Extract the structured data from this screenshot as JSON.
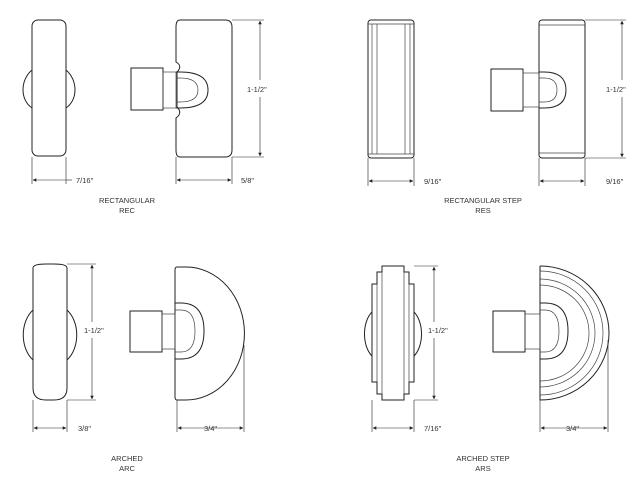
{
  "variants": [
    {
      "name": "RECTANGULAR",
      "code": "REC",
      "dims": {
        "front_width": "7/16\"",
        "side_width": "5/8\"",
        "height": "1-1/2\""
      }
    },
    {
      "name": "RECTANGULAR STEP",
      "code": "RES",
      "dims": {
        "front_width": "9/16\"",
        "side_width": "9/16\"",
        "height": "1-1/2\""
      }
    },
    {
      "name": "ARCHED",
      "code": "ARC",
      "dims": {
        "front_width": "3/8\"",
        "side_width": "3/4\"",
        "height": "1-1/2\""
      }
    },
    {
      "name": "ARCHED STEP",
      "code": "ARS",
      "dims": {
        "front_width": "7/16\"",
        "side_width": "3/4\"",
        "height": "1-1/2\""
      }
    }
  ]
}
